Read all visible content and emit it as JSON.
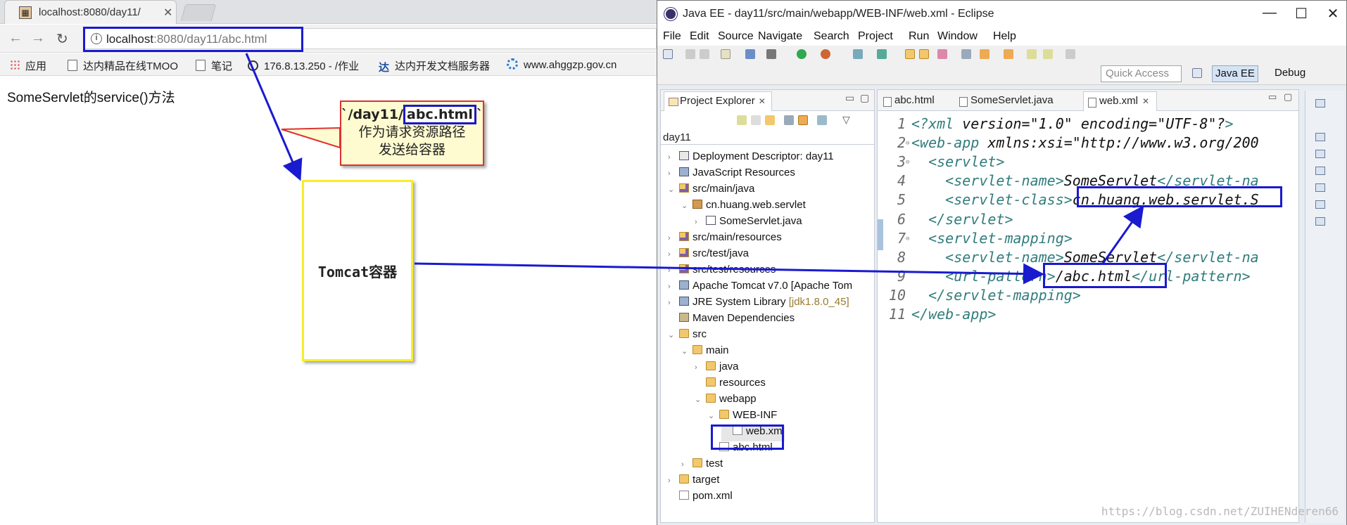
{
  "browser": {
    "tab_title": "localhost:8080/day11/",
    "tab_close": "✕",
    "nav_back": "←",
    "nav_forward": "→",
    "nav_reload": "↻",
    "url_host": "localhost",
    "url_rest": ":8080/day11/abc.html",
    "bookmarks": [
      "应用",
      "达内精品在线TMOO",
      "笔记",
      "176.8.13.250 - /作业",
      "达内开发文档服务器",
      "www.ahggzp.gov.cn"
    ],
    "page_text": "SomeServlet的service()方法"
  },
  "callout": {
    "line1_prefix": "`/day11/",
    "line1_highlight": "abc.html",
    "line1_suffix": "`",
    "line2": "作为请求资源路径",
    "line3": "发送给容器"
  },
  "tomcat_label": "Tomcat容器",
  "eclipse": {
    "title": "Java EE - day11/src/main/webapp/WEB-INF/web.xml - Eclipse",
    "win_minimize": "—",
    "win_maximize": "☐",
    "win_close": "✕",
    "menu": [
      "File",
      "Edit",
      "Source",
      "Navigate",
      "Search",
      "Project",
      "Run",
      "Window",
      "Help"
    ],
    "quick_access": "Quick Access",
    "perspectives": [
      "Java EE",
      "Debug"
    ],
    "project_explorer": {
      "tab_label": "Project Explorer",
      "tab_close": "✕",
      "breadcrumb": "day11",
      "tree": [
        {
          "label": "Deployment Descriptor: day11",
          "twisty": "›",
          "icon": "desc"
        },
        {
          "label": "JavaScript Resources",
          "twisty": "›",
          "icon": "lib"
        },
        {
          "label": "src/main/java",
          "twisty": "⌄",
          "icon": "srcfolder"
        },
        {
          "label": "cn.huang.web.servlet",
          "twisty": "⌄",
          "icon": "pkg"
        },
        {
          "label": "SomeServlet.java",
          "twisty": "›",
          "icon": "java"
        },
        {
          "label": "src/main/resources",
          "twisty": "›",
          "icon": "srcfolder"
        },
        {
          "label": "src/test/java",
          "twisty": "›",
          "icon": "srcfolder"
        },
        {
          "label": "src/test/resources",
          "twisty": "›",
          "icon": "srcfolder"
        },
        {
          "label": "Apache Tomcat v7.0 [Apache Tom",
          "twisty": "›",
          "icon": "lib"
        },
        {
          "label": "JRE System Library",
          "extra": "[jdk1.8.0_45]",
          "twisty": "›",
          "icon": "lib"
        },
        {
          "label": "Maven Dependencies",
          "twisty": "",
          "icon": "jar"
        },
        {
          "label": "src",
          "twisty": "⌄",
          "icon": "folder"
        },
        {
          "label": "main",
          "twisty": "⌄",
          "icon": "folder"
        },
        {
          "label": "java",
          "twisty": "›",
          "icon": "folder"
        },
        {
          "label": "resources",
          "twisty": "",
          "icon": "folder"
        },
        {
          "label": "webapp",
          "twisty": "⌄",
          "icon": "folder"
        },
        {
          "label": "WEB-INF",
          "twisty": "⌄",
          "icon": "folder"
        },
        {
          "label": "web.xml",
          "twisty": "",
          "icon": "file"
        },
        {
          "label": "abc.html",
          "twisty": "",
          "icon": "file"
        },
        {
          "label": "test",
          "twisty": "›",
          "icon": "folder"
        },
        {
          "label": "target",
          "twisty": "›",
          "icon": "folder"
        },
        {
          "label": "pom.xml",
          "twisty": "",
          "icon": "file"
        }
      ]
    },
    "editor": {
      "tabs": [
        "abc.html",
        "SomeServlet.java",
        "web.xml"
      ],
      "active_tab": "web.xml",
      "tab_close": "✕",
      "lines": [
        {
          "n": "1",
          "fold": "",
          "text": "<?xml version=\"1.0\" encoding=\"UTF-8\"?>"
        },
        {
          "n": "2",
          "fold": "⊖",
          "text": "<web-app xmlns:xsi=\"http://www.w3.org/200"
        },
        {
          "n": "3",
          "fold": "⊖",
          "text": "  <servlet>"
        },
        {
          "n": "4",
          "fold": "",
          "text": "    <servlet-name>SomeServlet</servlet-na"
        },
        {
          "n": "5",
          "fold": "",
          "text": "    <servlet-class>cn.huang.web.servlet.S"
        },
        {
          "n": "6",
          "fold": "",
          "text": "  </servlet>"
        },
        {
          "n": "7",
          "fold": "⊖",
          "text": "  <servlet-mapping>"
        },
        {
          "n": "8",
          "fold": "",
          "text": "    <servlet-name>SomeServlet</servlet-na"
        },
        {
          "n": "9",
          "fold": "",
          "text": "    <url-pattern>/abc.html</url-pattern>"
        },
        {
          "n": "10",
          "fold": "",
          "text": "  </servlet-mapping>"
        },
        {
          "n": "11",
          "fold": "",
          "text": "</web-app>"
        }
      ]
    }
  },
  "watermark": "https://blog.csdn.net/ZUIHENderen66",
  "colors": {
    "annotation_blue": "#1a1acf",
    "callout_border": "#dd3333",
    "tomcat_border": "#f7ee2a"
  }
}
